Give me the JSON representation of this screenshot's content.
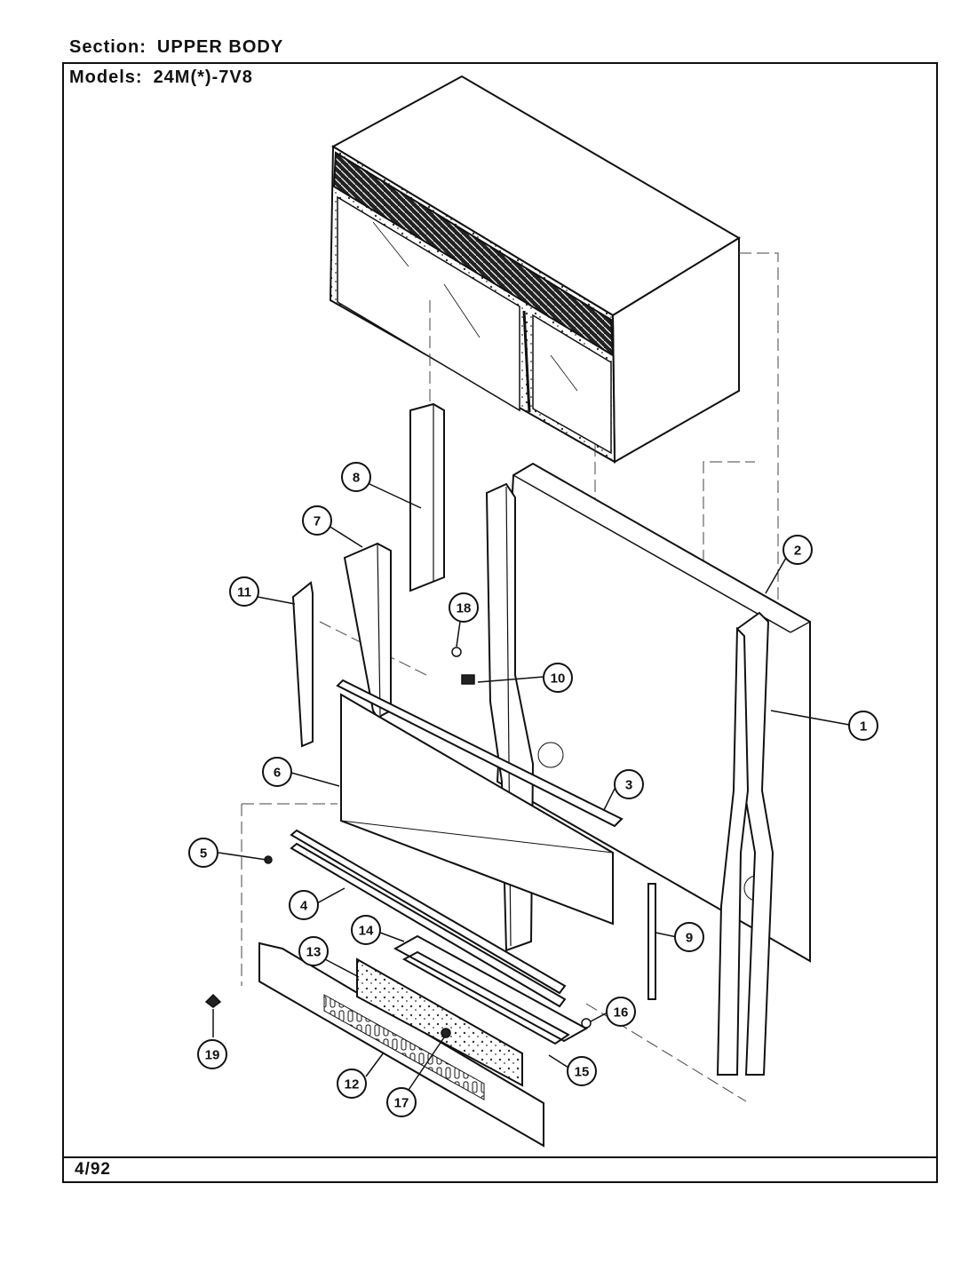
{
  "header": {
    "section_label": "Section:",
    "section_value": "UPPER BODY",
    "models_label": "Models:",
    "models_value": "24M(*)-7V8"
  },
  "footer": {
    "date_code": "4/92"
  },
  "callouts": [
    "1",
    "2",
    "3",
    "4",
    "5",
    "6",
    "7",
    "8",
    "9",
    "10",
    "11",
    "12",
    "13",
    "14",
    "15",
    "16",
    "17",
    "18",
    "19"
  ],
  "colors": {
    "ink": "#111111",
    "paper": "#ffffff"
  }
}
